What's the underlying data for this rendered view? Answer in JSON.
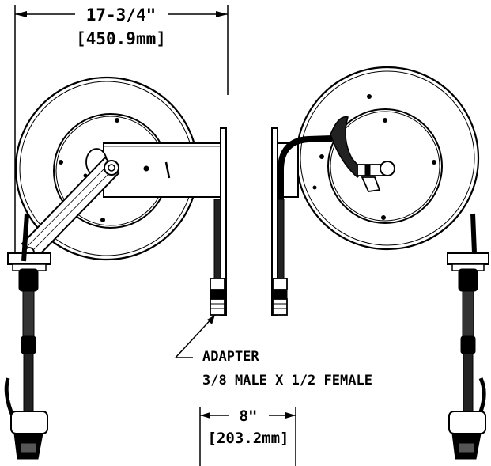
{
  "dimensions": {
    "overall_width_in": "17-3/4\"",
    "overall_width_mm": "[450.9mm]",
    "spacing_in": "8\"",
    "spacing_mm": "[203.2mm]"
  },
  "callout": {
    "line1": "ADAPTER",
    "line2": "3/8 MALE X 1/2 FEMALE"
  }
}
